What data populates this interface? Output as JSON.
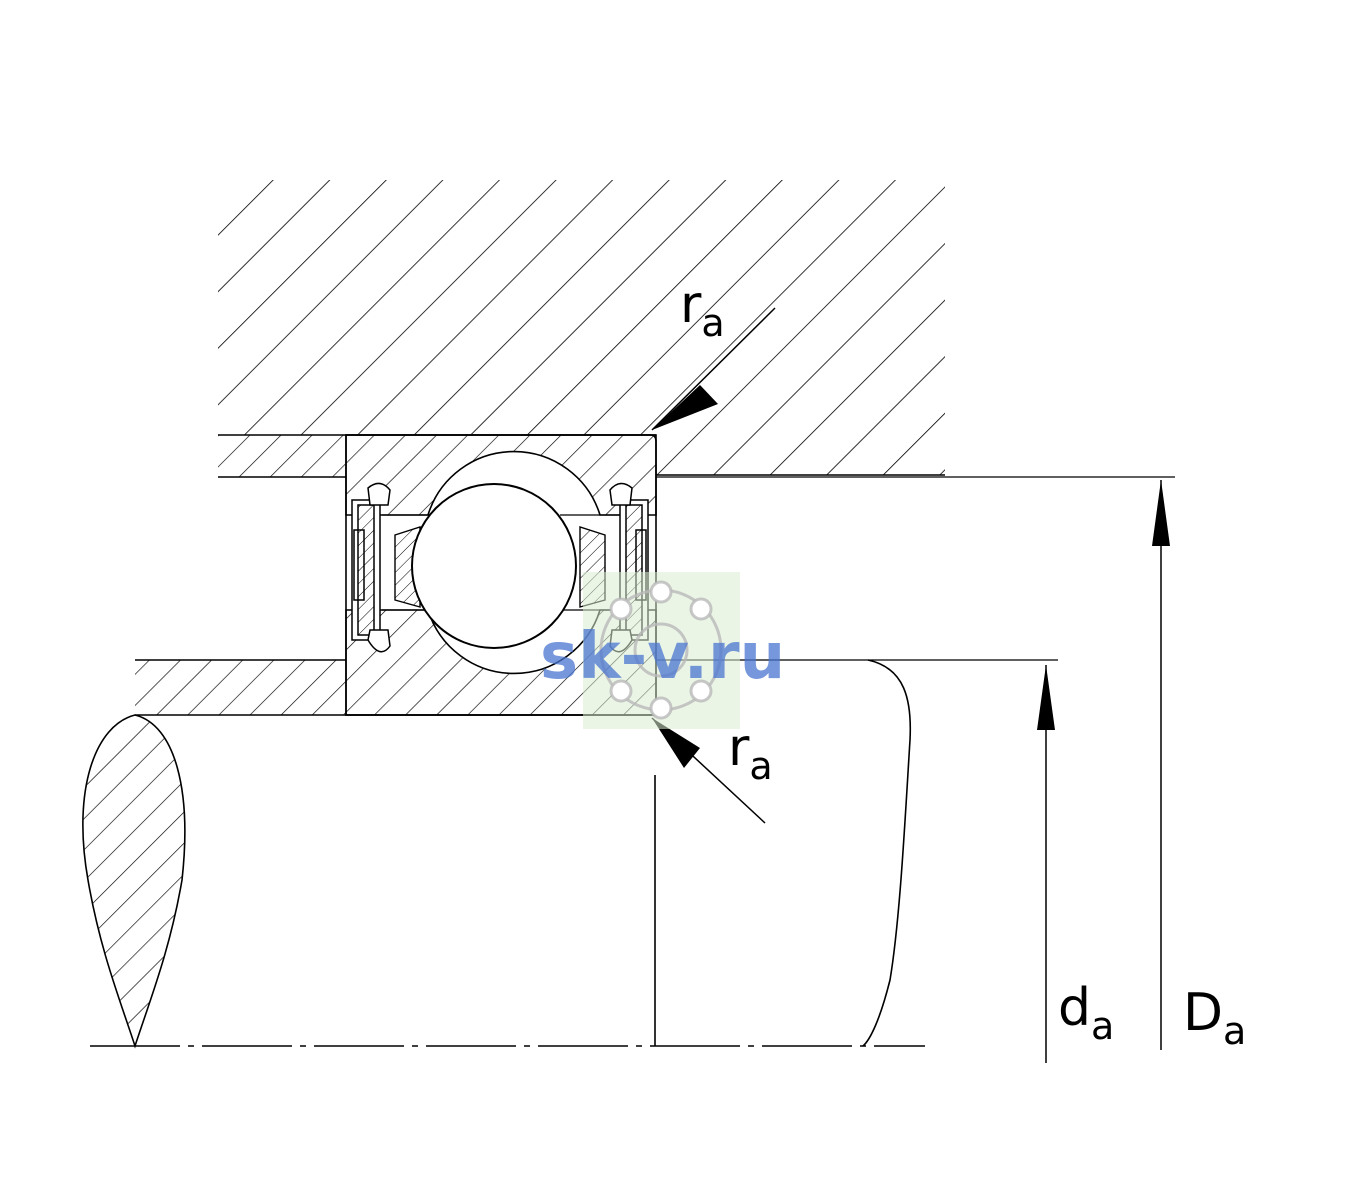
{
  "labels": {
    "ra_top": {
      "main": "r",
      "sub": "a"
    },
    "ra_bottom": {
      "main": "r",
      "sub": "a"
    },
    "da": {
      "main": "d",
      "sub": "a"
    },
    "Da": {
      "main": "D",
      "sub": "a"
    }
  },
  "watermark": {
    "text": "sk-v.ru"
  },
  "colors": {
    "line": "#000000",
    "background": "#ffffff",
    "watermark_text": "#4a74d0",
    "watermark_box": "#d8ecd2",
    "watermark_ring": "#b9b9b9"
  }
}
